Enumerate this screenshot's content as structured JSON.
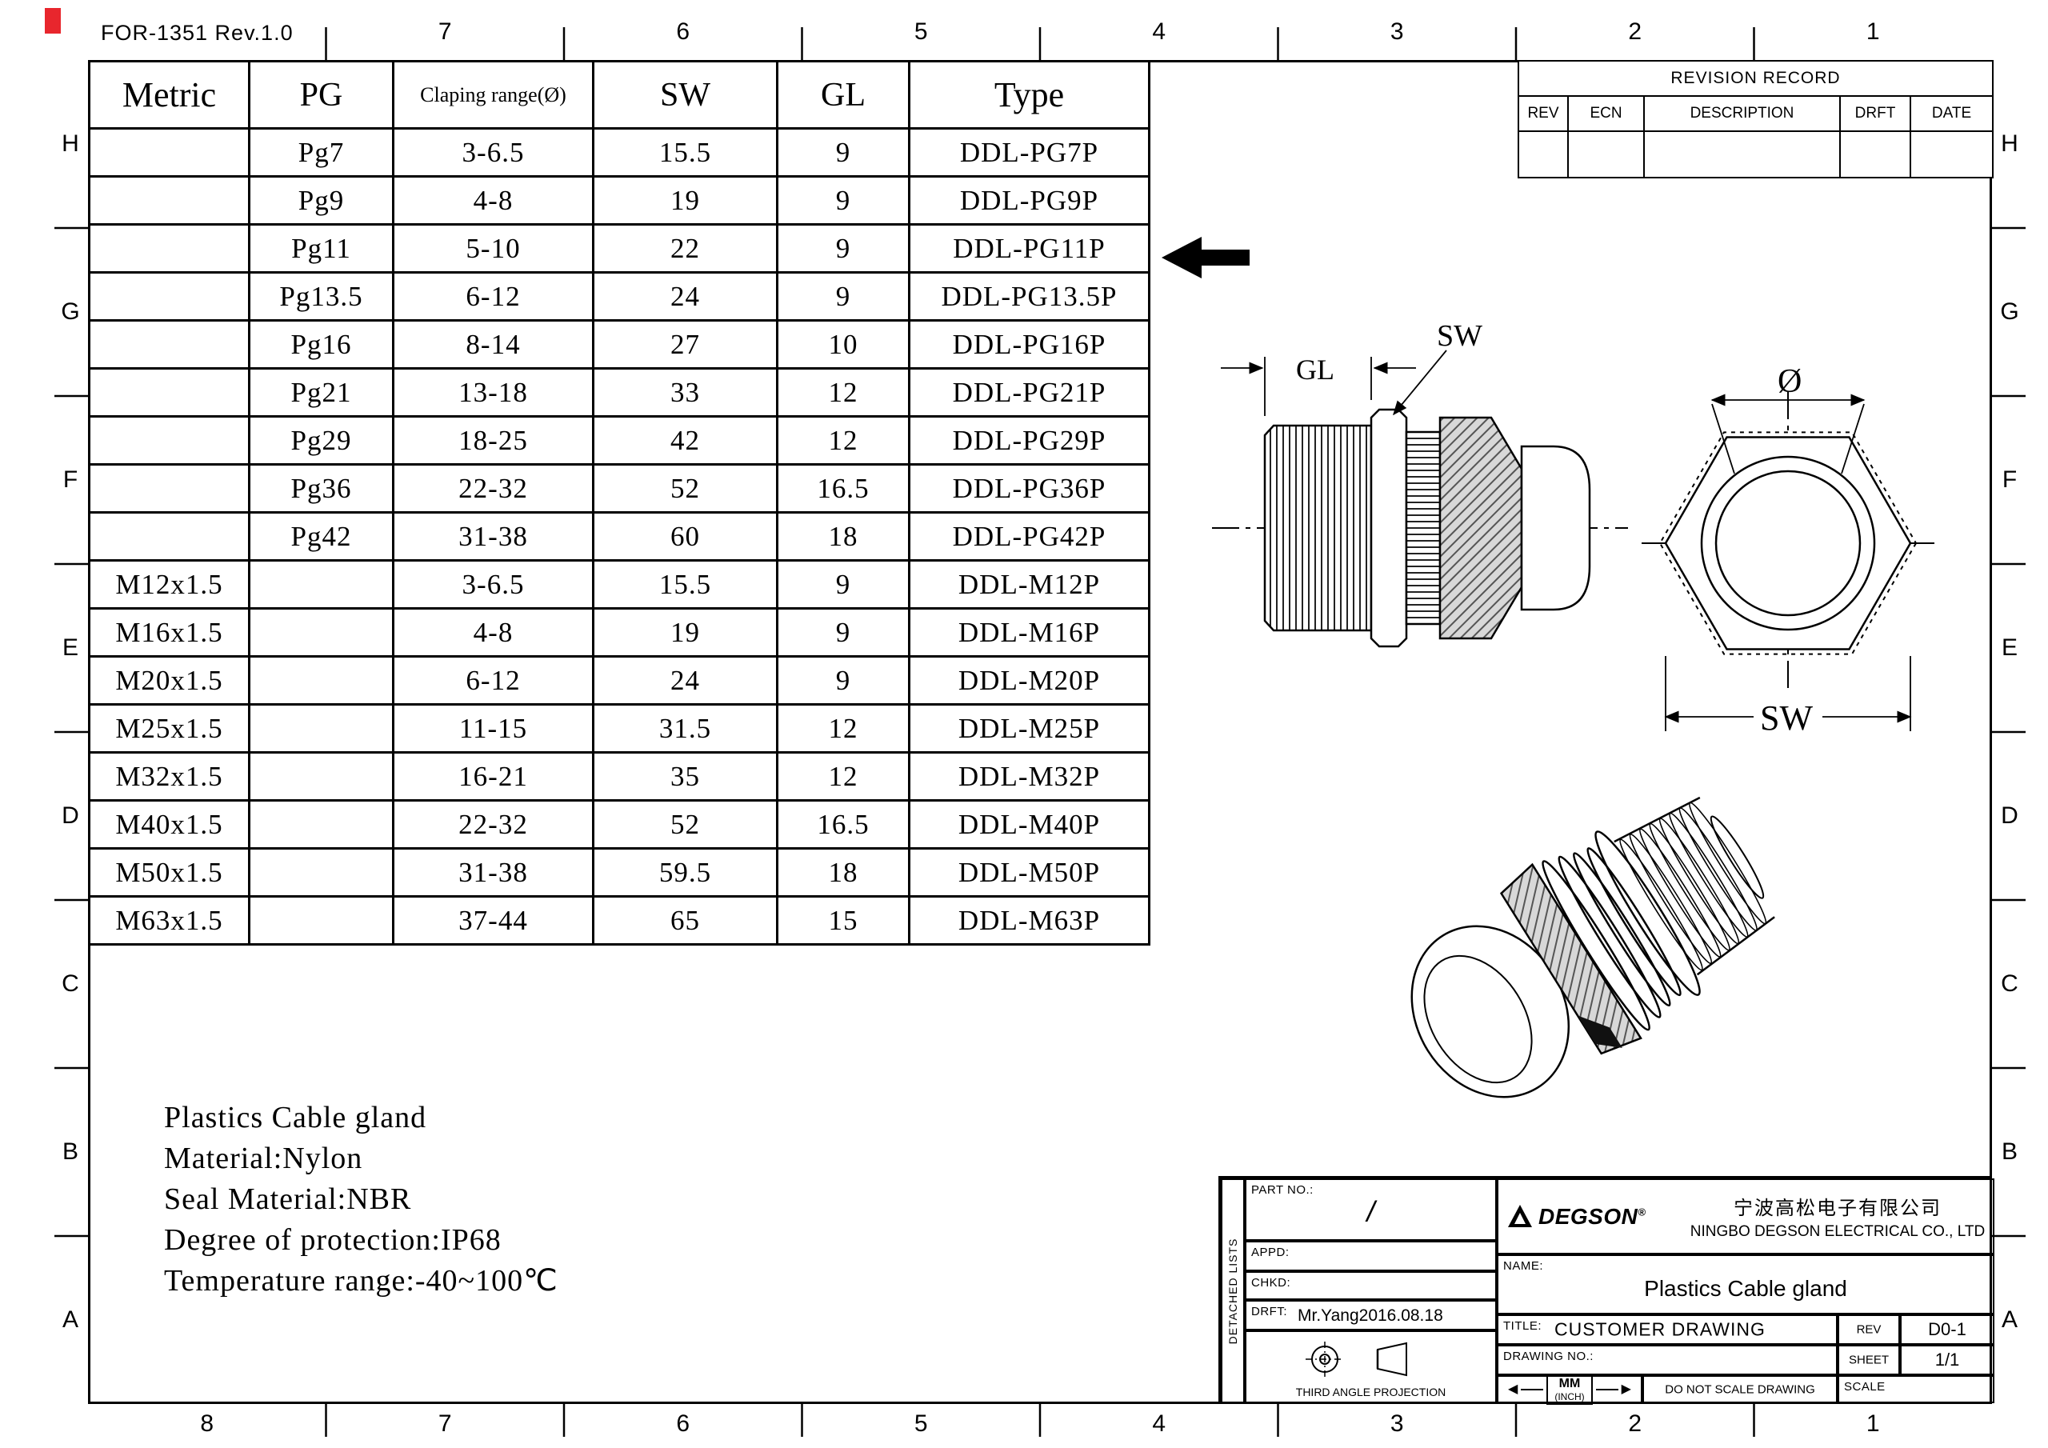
{
  "meta": {
    "form_ref": "FOR-1351 Rev.1.0"
  },
  "zones": {
    "top_numbers": [
      "7",
      "6",
      "5",
      "4",
      "3",
      "2",
      "1"
    ],
    "bottom_numbers": [
      "8",
      "7",
      "6",
      "5",
      "4",
      "3",
      "2",
      "1"
    ],
    "left_letters": [
      "H",
      "G",
      "F",
      "E",
      "D",
      "C",
      "B",
      "A"
    ],
    "right_letters": [
      "H",
      "G",
      "F",
      "E",
      "D",
      "C",
      "B",
      "A"
    ]
  },
  "spec_table": {
    "headers": [
      "Metric",
      "PG",
      "Claping range(Ø)",
      "SW",
      "GL",
      "Type"
    ],
    "rows": [
      [
        "",
        "Pg7",
        "3-6.5",
        "15.5",
        "9",
        "DDL-PG7P"
      ],
      [
        "",
        "Pg9",
        "4-8",
        "19",
        "9",
        "DDL-PG9P"
      ],
      [
        "",
        "Pg11",
        "5-10",
        "22",
        "9",
        "DDL-PG11P"
      ],
      [
        "",
        "Pg13.5",
        "6-12",
        "24",
        "9",
        "DDL-PG13.5P"
      ],
      [
        "",
        "Pg16",
        "8-14",
        "27",
        "10",
        "DDL-PG16P"
      ],
      [
        "",
        "Pg21",
        "13-18",
        "33",
        "12",
        "DDL-PG21P"
      ],
      [
        "",
        "Pg29",
        "18-25",
        "42",
        "12",
        "DDL-PG29P"
      ],
      [
        "",
        "Pg36",
        "22-32",
        "52",
        "16.5",
        "DDL-PG36P"
      ],
      [
        "",
        "Pg42",
        "31-38",
        "60",
        "18",
        "DDL-PG42P"
      ],
      [
        "M12x1.5",
        "",
        "3-6.5",
        "15.5",
        "9",
        "DDL-M12P"
      ],
      [
        "M16x1.5",
        "",
        "4-8",
        "19",
        "9",
        "DDL-M16P"
      ],
      [
        "M20x1.5",
        "",
        "6-12",
        "24",
        "9",
        "DDL-M20P"
      ],
      [
        "M25x1.5",
        "",
        "11-15",
        "31.5",
        "12",
        "DDL-M25P"
      ],
      [
        "M32x1.5",
        "",
        "16-21",
        "35",
        "12",
        "DDL-M32P"
      ],
      [
        "M40x1.5",
        "",
        "22-32",
        "52",
        "16.5",
        "DDL-M40P"
      ],
      [
        "M50x1.5",
        "",
        "31-38",
        "59.5",
        "18",
        "DDL-M50P"
      ],
      [
        "M63x1.5",
        "",
        "37-44",
        "65",
        "15",
        "DDL-M63P"
      ]
    ],
    "pointed_row_type": "DDL-PG11P"
  },
  "revision_record": {
    "title": "REVISION RECORD",
    "headers": [
      "REV",
      "ECN",
      "DESCRIPTION",
      "DRFT",
      "DATE"
    ]
  },
  "notes": {
    "lines": [
      "Plastics Cable gland",
      "Material:Nylon",
      "Seal Material:NBR",
      "Degree of protection:IP68",
      "Temperature range:-40~100℃"
    ]
  },
  "drawing_labels": {
    "gl": "GL",
    "sw_side": "SW",
    "diameter": "Ø",
    "sw_front": "SW"
  },
  "title_block": {
    "detached_lists": "DETACHED LISTS",
    "part_no_label": "PART NO.:",
    "part_no_value": "/",
    "appd_label": "APPD:",
    "chkd_label": "CHKD:",
    "drft_label": "DRFT:",
    "drft_value": "Mr.Yang2016.08.18",
    "projection_label": "THIRD ANGLE PROJECTION",
    "company_logo": "DEGSON",
    "company_reg": "®",
    "company_cn": "宁波高松电子有限公司",
    "company_en": "NINGBO DEGSON ELECTRICAL CO., LTD",
    "name_label": "NAME:",
    "name_value": "Plastics Cable gland",
    "title_label": "TITLE:",
    "title_value": "CUSTOMER DRAWING",
    "rev_label": "REV",
    "rev_value": "D0-1",
    "drawing_no_label": "DRAWING NO.:",
    "sheet_label": "SHEET",
    "sheet_value": "1/1",
    "units_mm": "MM",
    "units_inch": "(INCH)",
    "no_scale": "DO NOT SCALE DRAWING",
    "scale_label": "SCALE"
  }
}
